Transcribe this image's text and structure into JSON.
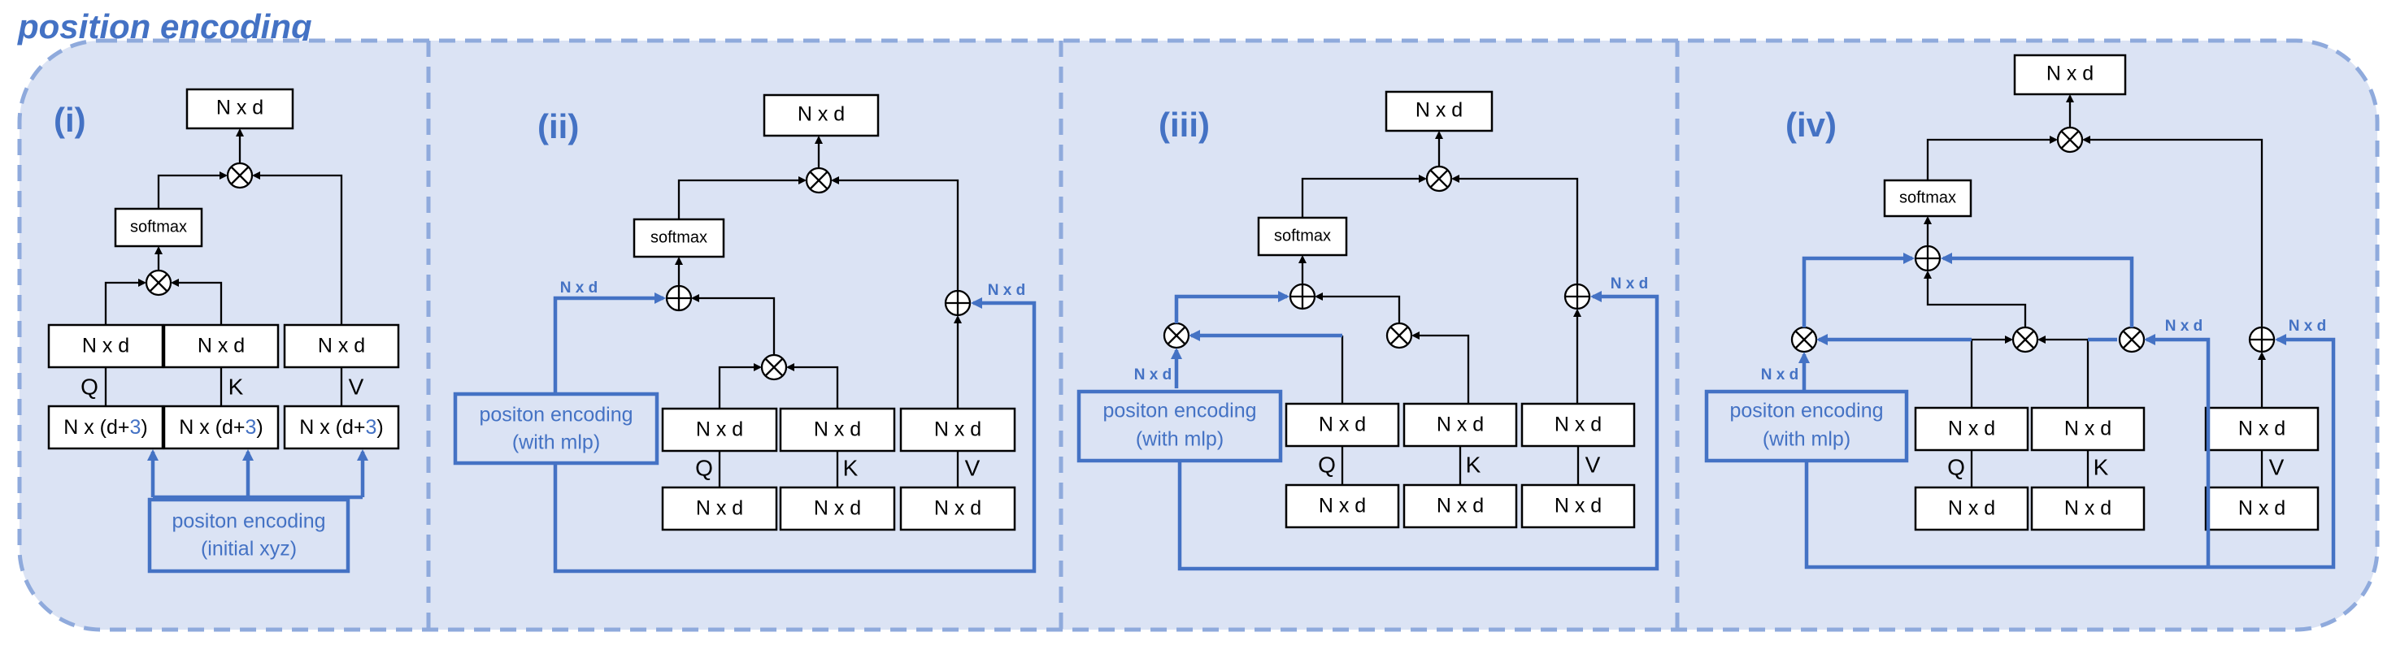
{
  "title": "position encoding",
  "panels": [
    {
      "label": "(i)",
      "output": "N x d",
      "softmax": "softmax",
      "projections": [
        "N x d",
        "N x d",
        "N x d"
      ],
      "letters": [
        "Q",
        "K",
        "V"
      ],
      "inputs": [
        {
          "prefix": "N x (d+",
          "num": "3",
          "suffix": ")"
        },
        {
          "prefix": "N x (d+",
          "num": "3",
          "suffix": ")"
        },
        {
          "prefix": "N x (d+",
          "num": "3",
          "suffix": ")"
        }
      ],
      "pe_line1": "positon encoding",
      "pe_line2": "(initial xyz)"
    },
    {
      "label": "(ii)",
      "output": "N x d",
      "softmax": "softmax",
      "projections": [
        "N x d",
        "N x d",
        "N x d"
      ],
      "letters": [
        "Q",
        "K",
        "V"
      ],
      "inputs": [
        "N x d",
        "N x d",
        "N x d"
      ],
      "pe_line1": "positon encoding",
      "pe_line2": "(with mlp)",
      "pe_dims": [
        "N x d",
        "N x d"
      ]
    },
    {
      "label": "(iii)",
      "output": "N x d",
      "softmax": "softmax",
      "projections": [
        "N x d",
        "N x d",
        "N x d"
      ],
      "letters": [
        "Q",
        "K",
        "V"
      ],
      "inputs": [
        "N x d",
        "N x d",
        "N x d"
      ],
      "pe_line1": "positon encoding",
      "pe_line2": "(with mlp)",
      "pe_dims": [
        "N x d",
        "N x d"
      ]
    },
    {
      "label": "(iv)",
      "output": "N x d",
      "softmax": "softmax",
      "projections": [
        "N x d",
        "N x d",
        "N x d"
      ],
      "letters": [
        "Q",
        "K",
        "V"
      ],
      "inputs": [
        "N x d",
        "N x d",
        "N x d"
      ],
      "pe_line1": "positon encoding",
      "pe_line2": "(with mlp)",
      "pe_dims": [
        "N x d",
        "N x d",
        "N x d"
      ]
    }
  ]
}
